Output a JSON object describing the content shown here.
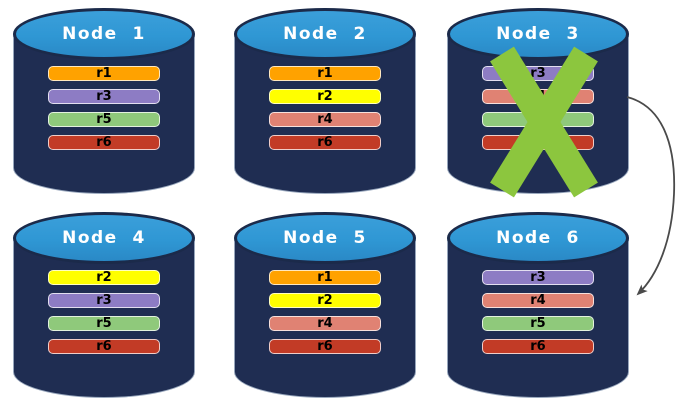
{
  "diagram": {
    "background": "#FFFFFF",
    "colors": {
      "cylinder_body": "#1F2D52",
      "cylinder_top": "#2F97D4",
      "cylinder_top_border": "#1B2A4A",
      "cylinder_outline": "#97A6BC",
      "title_text": "#FFFFFF",
      "bar_text": "#000000",
      "failure_x": "#8CC63E",
      "arrow": "#4A4A4A",
      "replica_colors": {
        "r1": "#FFA200",
        "r2": "#FFFF00",
        "r3": "#8D7CC4",
        "r4": "#E08273",
        "r5": "#8FC97B",
        "r6": "#C23B26"
      }
    },
    "icons": {
      "failure_x": "x-mark-overlay",
      "failover_arrow": "curved-arrow"
    },
    "nodes": [
      {
        "title": "Node  1",
        "bars": [
          {
            "label": "r1",
            "color": "#FFA200"
          },
          {
            "label": "r3",
            "color": "#8D7CC4"
          },
          {
            "label": "r5",
            "color": "#8FC97B"
          },
          {
            "label": "r6",
            "color": "#C23B26"
          }
        ]
      },
      {
        "title": "Node  2",
        "bars": [
          {
            "label": "r1",
            "color": "#FFA200"
          },
          {
            "label": "r2",
            "color": "#FFFF00"
          },
          {
            "label": "r4",
            "color": "#E08273"
          },
          {
            "label": "r6",
            "color": "#C23B26"
          }
        ]
      },
      {
        "title": "Node  3",
        "bars": [
          {
            "label": "r3",
            "color": "#8D7CC4"
          },
          {
            "label": "r4",
            "color": "#E08273"
          },
          {
            "label": "r5",
            "color": "#8FC97B"
          },
          {
            "label": "r6",
            "color": "#C23B26"
          }
        ]
      },
      {
        "title": "Node  4",
        "bars": [
          {
            "label": "r2",
            "color": "#FFFF00"
          },
          {
            "label": "r3",
            "color": "#8D7CC4"
          },
          {
            "label": "r5",
            "color": "#8FC97B"
          },
          {
            "label": "r6",
            "color": "#C23B26"
          }
        ]
      },
      {
        "title": "Node  5",
        "bars": [
          {
            "label": "r1",
            "color": "#FFA200"
          },
          {
            "label": "r2",
            "color": "#FFFF00"
          },
          {
            "label": "r4",
            "color": "#E08273"
          },
          {
            "label": "r6",
            "color": "#C23B26"
          }
        ]
      },
      {
        "title": "Node  6",
        "bars": [
          {
            "label": "r3",
            "color": "#8D7CC4"
          },
          {
            "label": "r4",
            "color": "#E08273"
          },
          {
            "label": "r5",
            "color": "#8FC97B"
          },
          {
            "label": "r6",
            "color": "#C23B26"
          }
        ]
      }
    ]
  }
}
